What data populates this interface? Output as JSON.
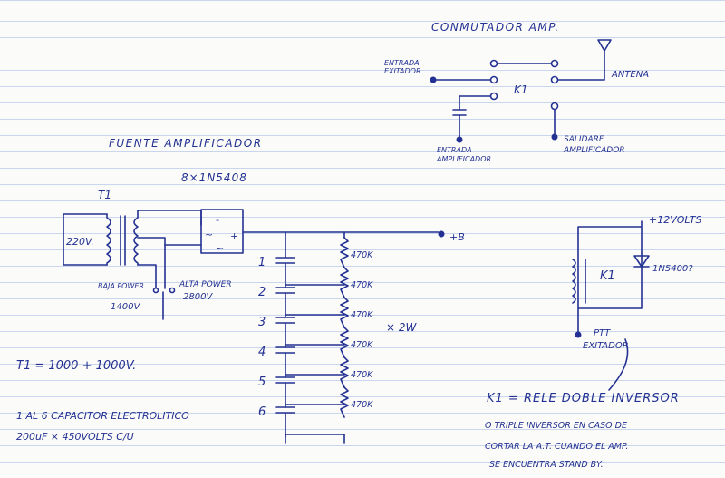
{
  "title_commutator": "CONMUTADOR AMP.",
  "commutator": {
    "entrada_line1": "ENTRADA",
    "entrada_line2": "EXITADOR",
    "relay_label": "K1",
    "antenna_label": "ANTENA",
    "entrada_amp_line1": "ENTRADA",
    "entrada_amp_line2": "AMPLIFICADOR",
    "salida_line1": "SALIDARF",
    "salida_line2": "AMPLIFICADOR"
  },
  "power_supply": {
    "title": "FUENTE AMPLIFICADOR",
    "diodes": "8×1N5408",
    "transformer_label": "T1",
    "mains_voltage": "220V.",
    "output_label": "+B",
    "low_power_line1": "BAJA POWER",
    "low_power_line2": "1400V",
    "high_power_line1": "ALTA POWER",
    "high_power_line2": "2800V",
    "bridge_minus": "-",
    "bridge_plus": "+",
    "bridge_tilde1": "~",
    "bridge_tilde2": "~"
  },
  "capacitors": {
    "numbers": [
      "1",
      "2",
      "3",
      "4",
      "5",
      "6"
    ]
  },
  "resistors": {
    "values": [
      "470K",
      "470K",
      "470K",
      "470K",
      "470K",
      "470K"
    ],
    "power_note": "× 2W"
  },
  "relay_circuit": {
    "supply": "+12VOLTS",
    "relay": "K1",
    "diode": "1N5400?",
    "ptt_line1": "PTT",
    "ptt_line2": "EXITADOR"
  },
  "notes": {
    "t1": "T1 = 1000 + 1000V.",
    "capacitor_line1": "1 AL 6 CAPACITOR ELECTROLITICO",
    "capacitor_line2": "200uF × 450VOLTS C/U",
    "k1_line1": "K1 = RELE DOBLE INVERSOR",
    "k1_line2": "O TRIPLE INVERSOR EN CASO DE",
    "k1_line3": "CORTAR LA A.T. CUANDO EL AMP.",
    "k1_line4": "SE ENCUENTRA STAND BY."
  }
}
